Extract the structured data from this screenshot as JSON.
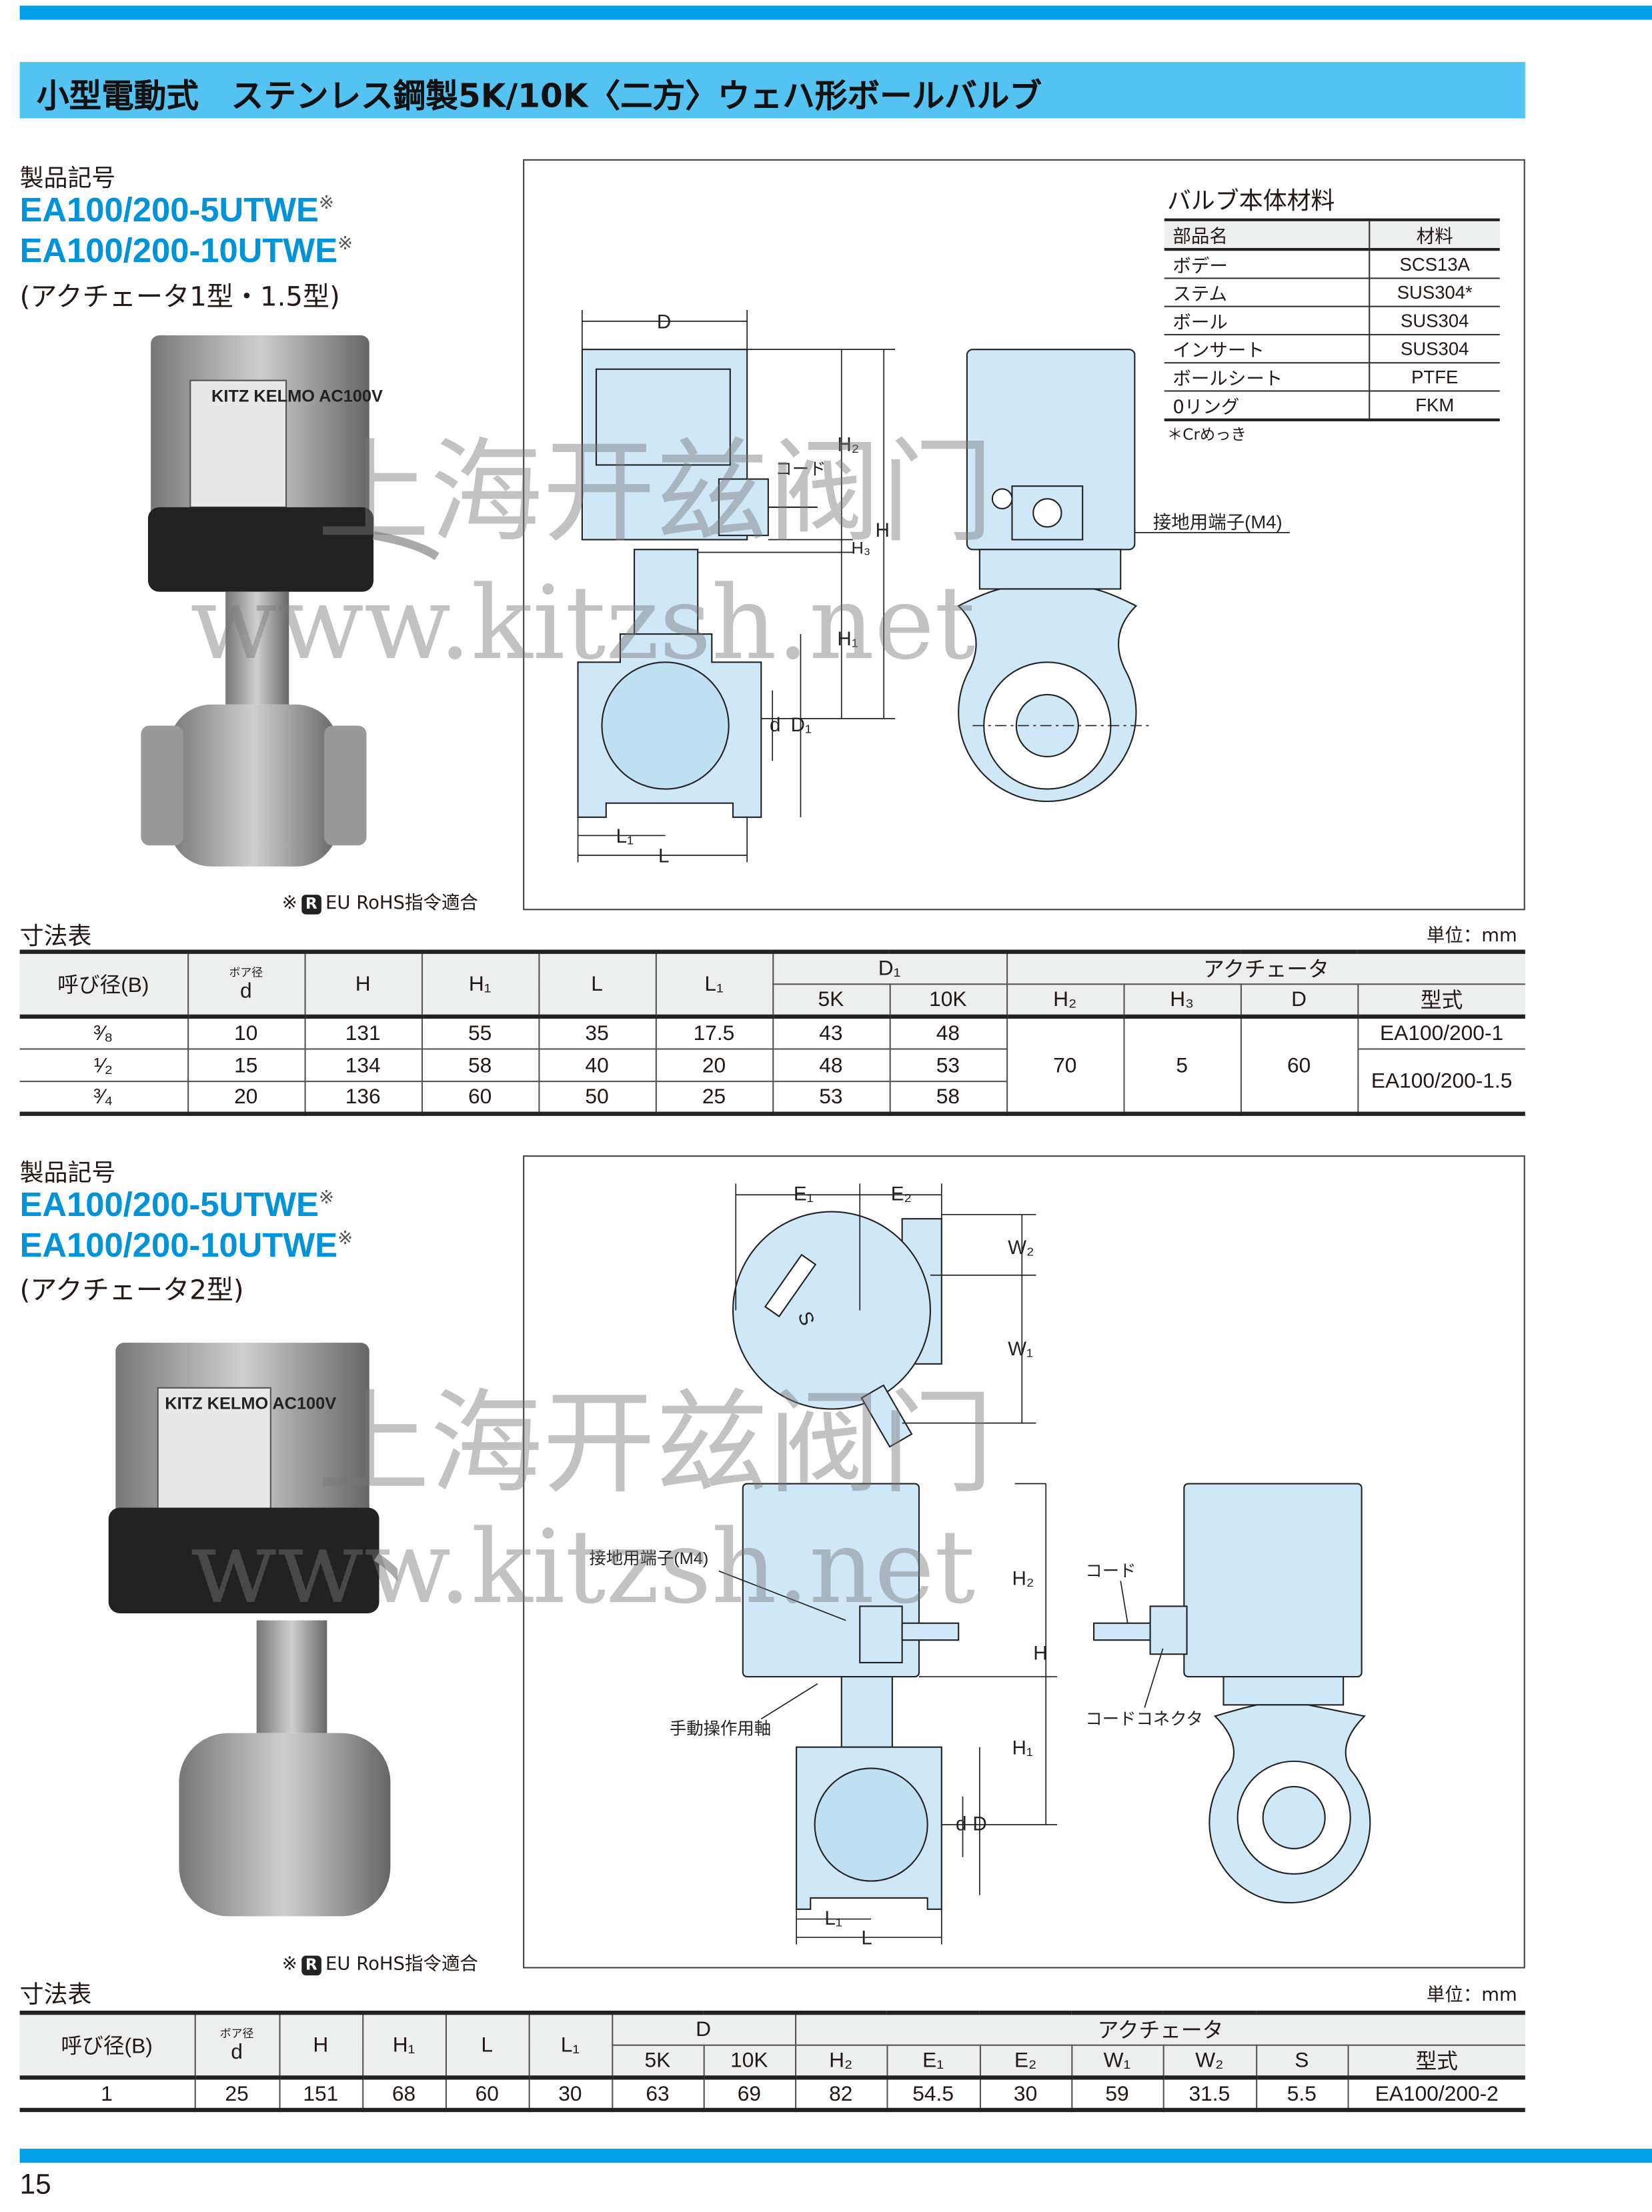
{
  "title": "小型電動式　ステンレス鋼製5K/10K〈二方〉ウェハ形ボールバルブ",
  "section1": {
    "code_label": "製品記号",
    "codes": [
      "EA100/200-5UTWE",
      "EA100/200-10UTWE"
    ],
    "code_mark": "※",
    "subtitle": "(アクチェータ1型・1.5型)",
    "photo_brand": "KITZ KELMO AC100V",
    "rohs": {
      "mark": "※",
      "icon": "R",
      "text": "EU RoHS指令適合"
    },
    "materials": {
      "title": "バルブ本体材料",
      "headers": [
        "部品名",
        "材料"
      ],
      "rows": [
        [
          "ボデー",
          "SCS13A"
        ],
        [
          "ステム",
          "SUS304*"
        ],
        [
          "ボール",
          "SUS304"
        ],
        [
          "インサート",
          "SUS304"
        ],
        [
          "ボールシート",
          "PTFE"
        ],
        [
          "0リング",
          "FKM"
        ]
      ],
      "note": "＊Crめっき"
    },
    "drawing_labels": {
      "D": "D",
      "H2": "H₂",
      "H": "H",
      "H3": "H₃",
      "H1": "H₁",
      "d": "d",
      "D1": "D₁",
      "L1": "L₁",
      "L": "L",
      "cord": "コード",
      "ground": "接地用端子(M4)"
    },
    "table": {
      "title": "寸法表",
      "unit": "単位：mm",
      "headers": {
        "nominal": "呼び径(B)",
        "bore_note": "ボア径",
        "d": "d",
        "H": "H",
        "H1": "H₁",
        "L": "L",
        "L1": "L₁",
        "D1": "D₁",
        "k5": "5K",
        "k10": "10K",
        "actuator": "アクチェータ",
        "H2": "H₂",
        "H3": "H₃",
        "D": "D",
        "model": "型式"
      },
      "rows": [
        {
          "size": "³⁄₈",
          "d": "10",
          "H": "131",
          "H1": "55",
          "L": "35",
          "L1": "17.5",
          "k5": "43",
          "k10": "48"
        },
        {
          "size": "¹⁄₂",
          "d": "15",
          "H": "134",
          "H1": "58",
          "L": "40",
          "L1": "20",
          "k5": "48",
          "k10": "53"
        },
        {
          "size": "³⁄₄",
          "d": "20",
          "H": "136",
          "H1": "60",
          "L": "50",
          "L1": "25",
          "k5": "53",
          "k10": "58"
        }
      ],
      "shared": {
        "H2": "70",
        "H3": "5",
        "D": "60"
      },
      "models": [
        "EA100/200-1",
        "EA100/200-1.5"
      ]
    }
  },
  "section2": {
    "code_label": "製品記号",
    "codes": [
      "EA100/200-5UTWE",
      "EA100/200-10UTWE"
    ],
    "code_mark": "※",
    "subtitle": "(アクチェータ2型)",
    "photo_brand": "KITZ KELMO AC100V",
    "rohs": {
      "mark": "※",
      "icon": "R",
      "text": "EU RoHS指令適合"
    },
    "drawing_labels": {
      "E1": "E₁",
      "E2": "E₂",
      "W2": "W₂",
      "W1": "W₁",
      "S": "S",
      "ground": "接地用端子(M4)",
      "H2": "H₂",
      "H": "H",
      "H1": "H₁",
      "cord": "コード",
      "connector": "コードコネクタ",
      "manual": "手動操作用軸",
      "d": "d",
      "D": "D",
      "L1": "L₁",
      "L": "L"
    },
    "table": {
      "title": "寸法表",
      "unit": "単位：mm",
      "headers": {
        "nominal": "呼び径(B)",
        "bore_note": "ボア径",
        "d": "d",
        "H": "H",
        "H1": "H₁",
        "L": "L",
        "L1": "L₁",
        "D": "D",
        "k5": "5K",
        "k10": "10K",
        "actuator": "アクチェータ",
        "H2": "H₂",
        "E1": "E₁",
        "E2": "E₂",
        "W1": "W₁",
        "W2": "W₂",
        "S": "S",
        "model": "型式"
      },
      "row": {
        "size": "1",
        "d": "25",
        "H": "151",
        "H1": "68",
        "L": "60",
        "L1": "30",
        "k5": "63",
        "k10": "69",
        "H2": "82",
        "E1": "54.5",
        "E2": "30",
        "W1": "59",
        "W2": "31.5",
        "S": "5.5",
        "model": "EA100/200-2"
      }
    }
  },
  "watermark": {
    "cn": "上海开兹阀门",
    "url": "www.kitzsh.net"
  },
  "page_number": "15",
  "colors": {
    "accent": "#00a0e9",
    "title_bar": "#54c3f1",
    "code_text": "#0093d8",
    "drawing_fill": "#cfe8f7"
  }
}
